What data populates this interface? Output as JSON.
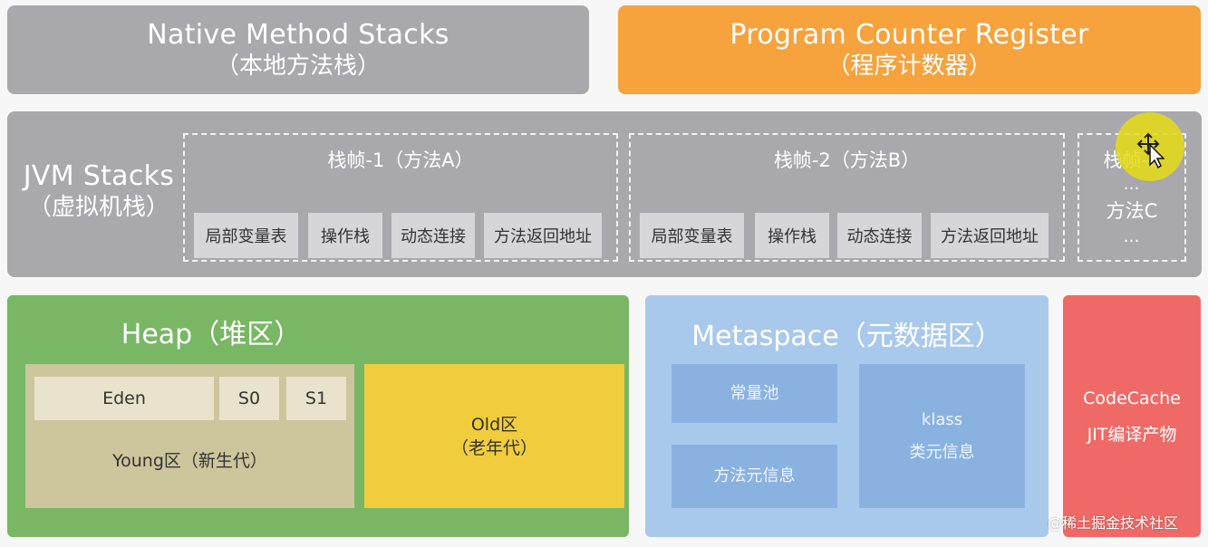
{
  "native_method_stacks": {
    "title": "Native Method Stacks",
    "subtitle": "（本地方法栈）"
  },
  "program_counter": {
    "title": "Program Counter Register",
    "subtitle": "（程序计数器）"
  },
  "jvm_stacks": {
    "label": "JVM Stacks",
    "label_cn": "（虚拟机栈）",
    "frames": [
      {
        "title": "栈帧-1（方法A）",
        "cells": [
          "局部变量表",
          "操作栈",
          "动态连接",
          "方法返回地址"
        ]
      },
      {
        "title": "栈帧-2（方法B）",
        "cells": [
          "局部变量表",
          "操作栈",
          "动态连接",
          "方法返回地址"
        ]
      },
      {
        "title": "栈帧-3",
        "dots_top": "…",
        "method": "方法C",
        "dots_bottom": "…"
      }
    ]
  },
  "heap": {
    "title": "Heap（堆区）",
    "young": {
      "eden": "Eden",
      "s0": "S0",
      "s1": "S1",
      "label": "Young区（新生代）"
    },
    "old": {
      "line1": "Old区",
      "line2": "（老年代）"
    }
  },
  "metaspace": {
    "title": "Metaspace（元数据区）",
    "constant_pool": "常量池",
    "method_meta": "方法元信息",
    "klass": "klass",
    "klass_cn": "类元信息"
  },
  "code_cache": {
    "title": "CodeCache",
    "subtitle": "JIT编译产物"
  },
  "watermark": "@稀土掘金技术社区",
  "cursor_icon": "move-cursor-icon",
  "colors": {
    "gray": "#a9a8ad",
    "orange": "#f6a23d",
    "heap_green": "#79b765",
    "young": "#cdc59c",
    "old_yellow": "#f1cd3e",
    "metaspace_blue": "#a9c9ec",
    "code_cache_red": "#ef6a66"
  }
}
